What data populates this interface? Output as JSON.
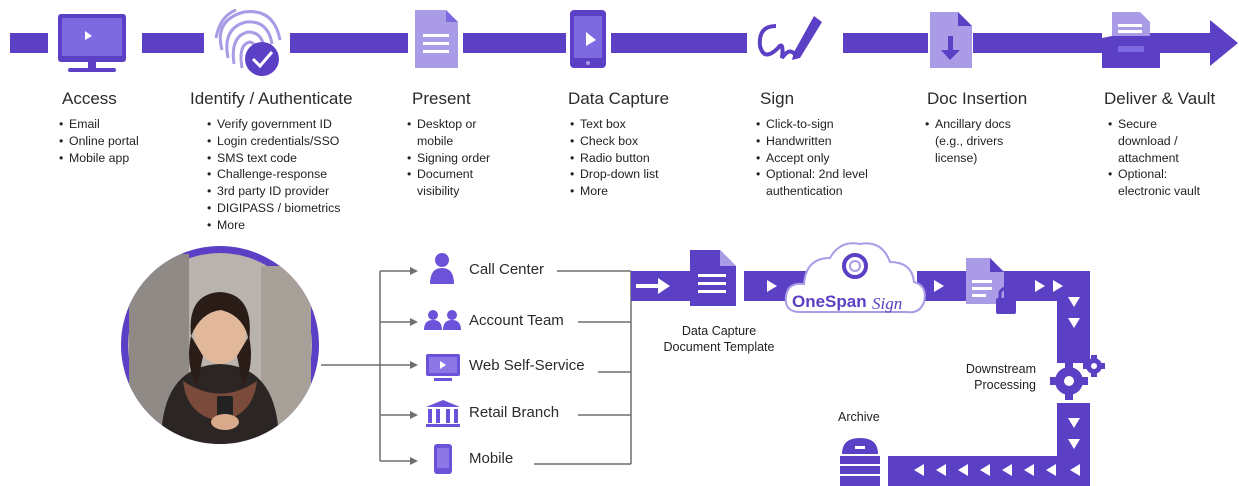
{
  "process": {
    "stages": [
      {
        "title": "Access",
        "items": [
          "Email",
          "Online portal",
          "Mobile app"
        ]
      },
      {
        "title": "Identify / Authenticate",
        "items": [
          "Verify government ID",
          "Login credentials/SSO",
          "SMS text code",
          "Challenge-response",
          "3rd party ID provider",
          "DIGIPASS / biometrics",
          "More"
        ]
      },
      {
        "title": "Present",
        "items": [
          "Desktop or",
          "mobile",
          "Signing order",
          "Document",
          "visibility"
        ]
      },
      {
        "title": "Data Capture",
        "items": [
          "Text box",
          "Check box",
          "Radio button",
          "Drop-down list",
          "More"
        ]
      },
      {
        "title": "Sign",
        "items": [
          "Click-to-sign",
          "Handwritten",
          "Accept only",
          "Optional: 2nd level",
          "authentication"
        ]
      },
      {
        "title": "Doc Insertion",
        "items": [
          "Ancillary docs",
          "(e.g., drivers",
          "license)"
        ]
      },
      {
        "title": "Deliver & Vault",
        "items": [
          "Secure",
          "download /",
          "attachment",
          "Optional:",
          "electronic vault"
        ]
      }
    ],
    "icons": [
      "monitor-icon",
      "fingerprint-check-icon",
      "document-icon",
      "tablet-touch-icon",
      "signature-pen-icon",
      "document-download-icon",
      "secure-inbox-icon"
    ]
  },
  "channels": [
    {
      "label": "Call Center",
      "icon": "person-icon"
    },
    {
      "label": "Account Team",
      "icon": "people-icon"
    },
    {
      "label": "Web Self-Service",
      "icon": "monitor-icon"
    },
    {
      "label": "Retail Branch",
      "icon": "bank-icon"
    },
    {
      "label": "Mobile",
      "icon": "phone-icon"
    }
  ],
  "flow": {
    "template_label_line1": "Data Capture",
    "template_label_line2": "Document Template",
    "brand_text_1": "OneSpan",
    "brand_text_2": "Sign",
    "downstream_line1": "Downstream",
    "downstream_line2": "Processing",
    "archive_label": "Archive"
  },
  "colors": {
    "primary": "#5b3fc4",
    "light_purple": "#a99be6",
    "icon_purple": "#6c52d9"
  }
}
